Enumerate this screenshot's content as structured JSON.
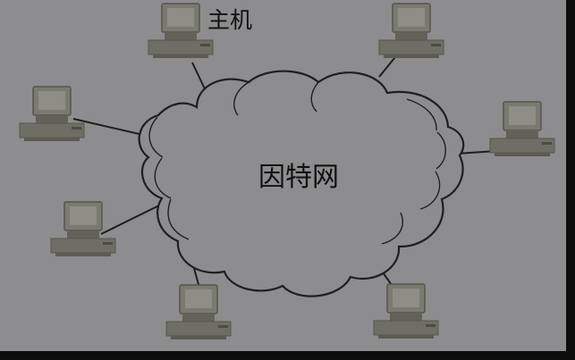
{
  "diagram": {
    "background_color": "#8d8d8f",
    "frame_color": "#0d0d0d",
    "line_color": "#1e1e1e",
    "cloud_fill": "#8d8d8f",
    "computer_color": "#6f6f67",
    "center_label": "因特网",
    "host_label": "主机",
    "hosts": [
      {
        "id": "top-left-host"
      },
      {
        "id": "top-right-host"
      },
      {
        "id": "left-upper-host"
      },
      {
        "id": "right-host"
      },
      {
        "id": "left-lower-host"
      },
      {
        "id": "bottom-left-host"
      },
      {
        "id": "bottom-right-host"
      }
    ]
  }
}
